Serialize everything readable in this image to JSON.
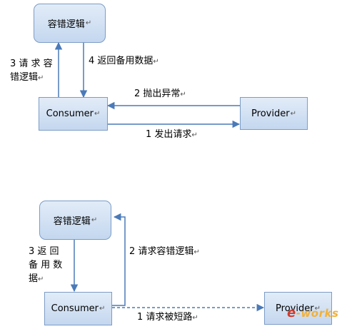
{
  "top": {
    "fallback_box": "容错逻辑",
    "consumer_box": "Consumer",
    "provider_box": "Provider",
    "label_request_fallback": [
      "3  请 求 容",
      "错逻辑"
    ],
    "label_return_backup": "4 返回备用数据",
    "label_throw_exception": "2 抛出异常",
    "label_send_request": "1 发出请求"
  },
  "bottom": {
    "fallback_box": "容错逻辑",
    "consumer_box": "Consumer",
    "provider_box": "Provider",
    "label_return_backup": [
      "3   返 回",
      "备 用 数",
      "据"
    ],
    "label_request_fallback": "2 请求容错逻辑",
    "label_short_circuit": "1 请求被短路"
  },
  "para_mark": "↵",
  "watermark": {
    "prefix": "e",
    "text": "-works"
  }
}
